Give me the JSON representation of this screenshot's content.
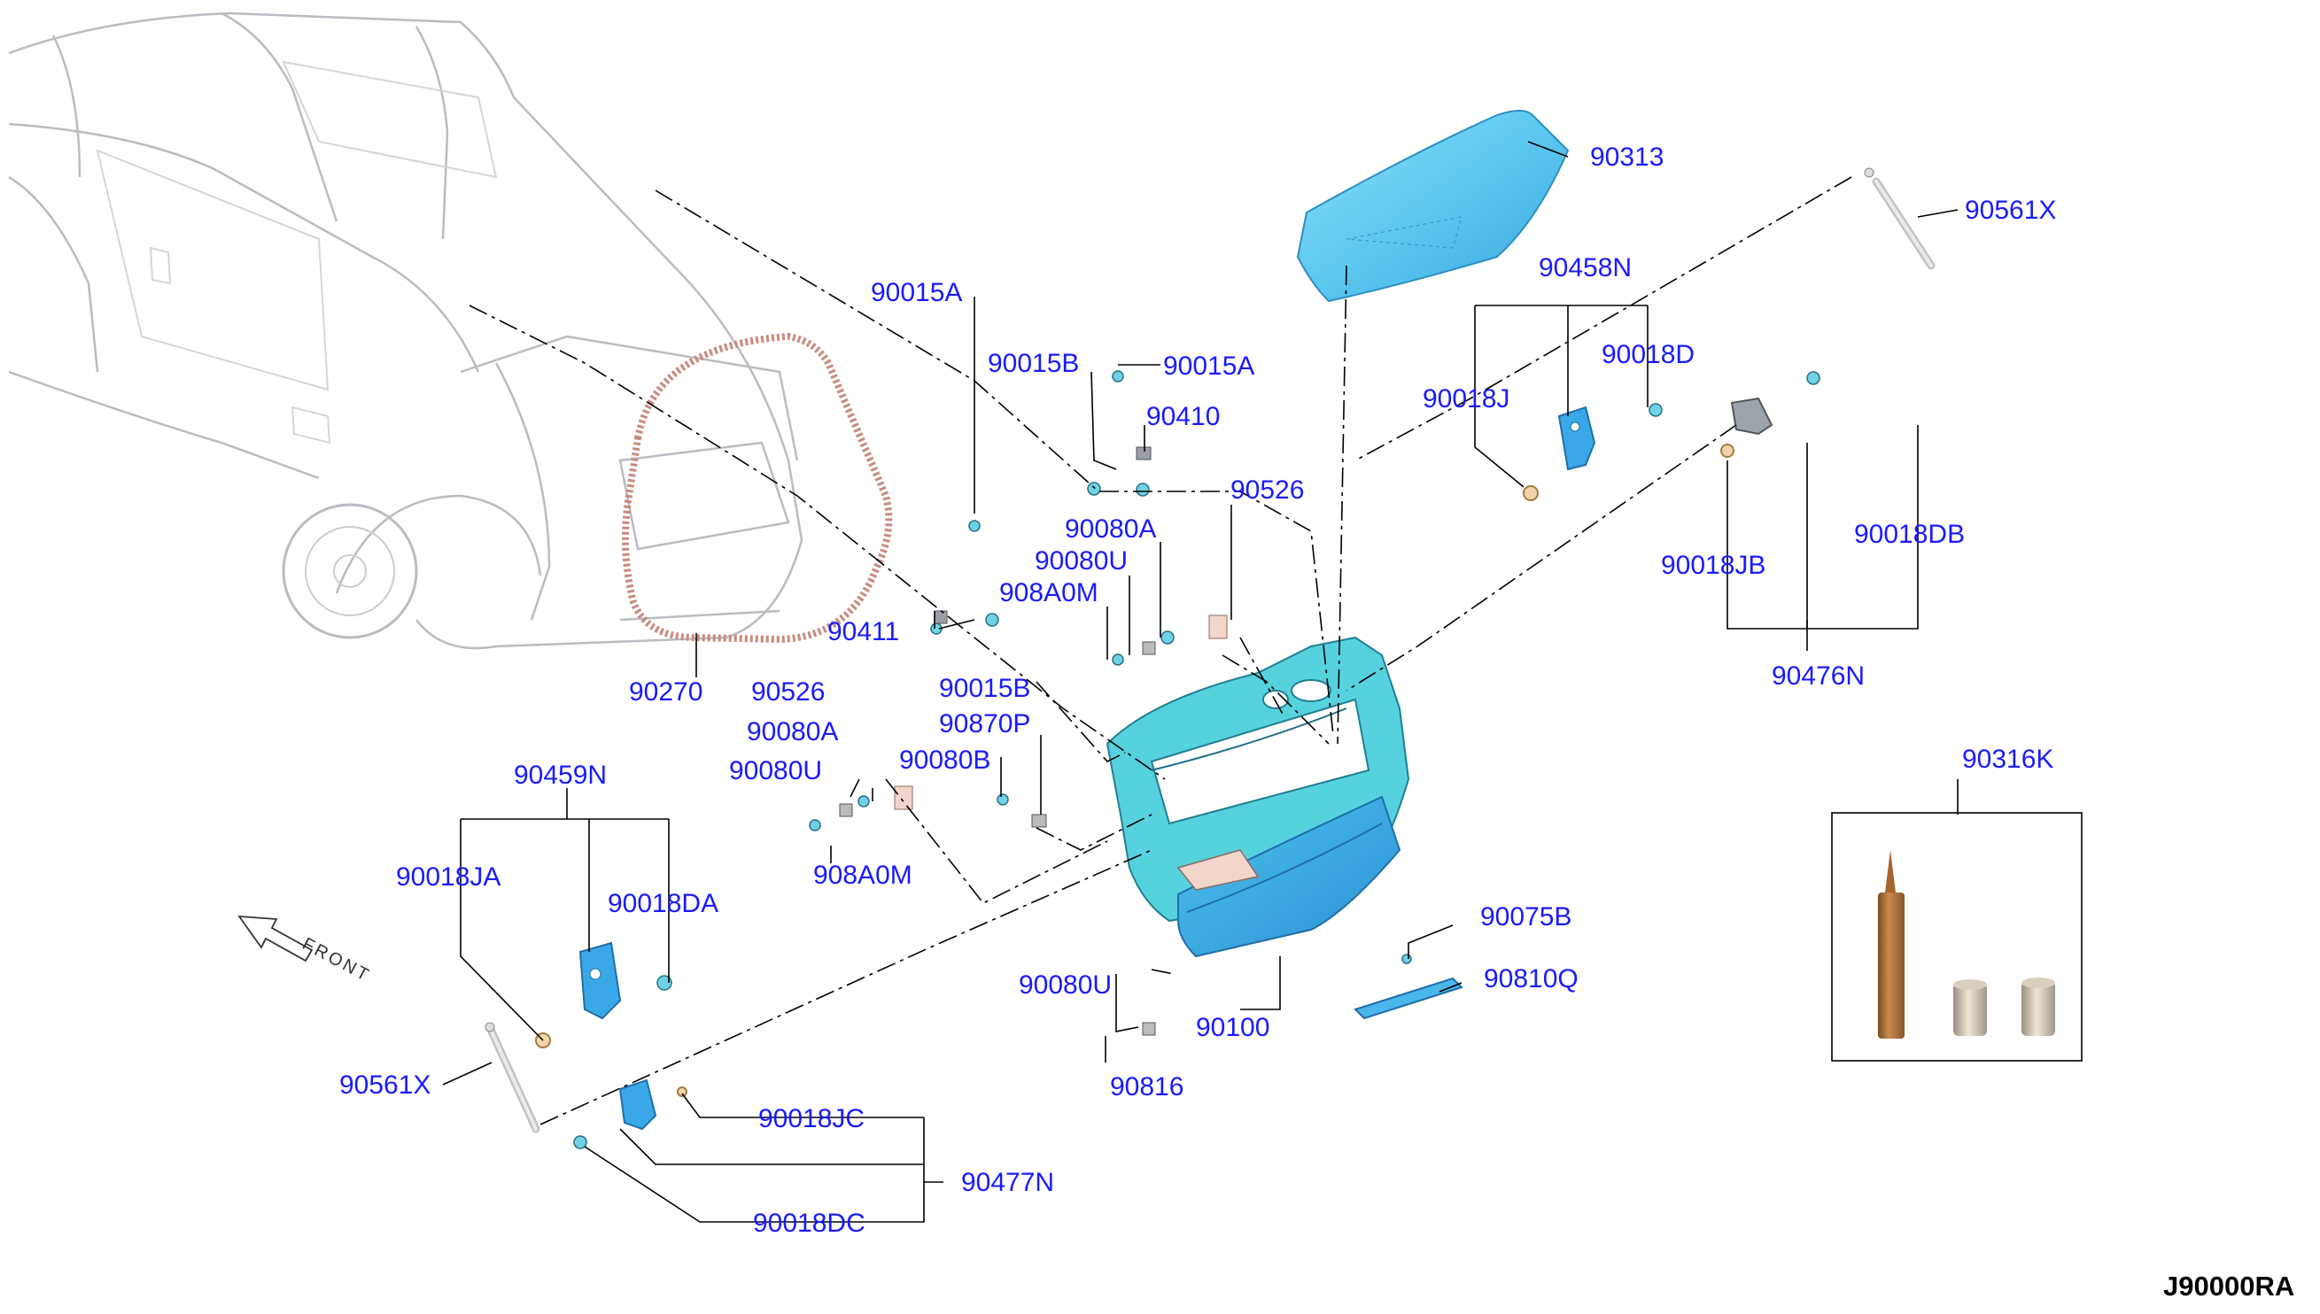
{
  "diagram": {
    "code": "J90000RA",
    "front_arrow_label": "FRONT",
    "labels": {
      "p90313": "90313",
      "p90561X_top": "90561X",
      "p90458N": "90458N",
      "p90018D": "90018D",
      "p90018J": "90018J",
      "p90015A_left": "90015A",
      "p90015B_top": "90015B",
      "p90015A_right": "90015A",
      "p90410": "90410",
      "p90526_top": "90526",
      "p90080A_top": "90080A",
      "p90080U_top": "90080U",
      "p908A0M_top": "908A0M",
      "p90411": "90411",
      "p9027x": "90270",
      "p90526_bot": "90526",
      "p90015B_bot": "90015B",
      "p90870P": "90870P",
      "p90080A_bot": "90080A",
      "p90080U_bot": "90080U",
      "p90080B": "90080B",
      "p908A0M_bot": "908A0M",
      "p90018JB": "90018JB",
      "p90018DB": "90018DB",
      "p90476N": "90476N",
      "p90316K": "90316K",
      "p90459N": "90459N",
      "p90018JA": "90018JA",
      "p90018DA": "90018DA",
      "p90561X_bot": "90561X",
      "p90075B": "90075B",
      "p90810Q": "90810Q",
      "p90080U_low": "90080U",
      "p90100": "90100",
      "p90816": "90816",
      "p90018JC": "90018JC",
      "p90477N": "90477N",
      "p90018DC": "90018DC"
    }
  },
  "colors": {
    "label": "#1a1aff",
    "glass": "#5cc8f0",
    "door_frame": "#4fd0dc",
    "door_panel": "#3aa8e8",
    "weatherstrip": "#e0a89a",
    "sealant_tube": "#b5713c",
    "car_outline": "#b9bcc2"
  }
}
